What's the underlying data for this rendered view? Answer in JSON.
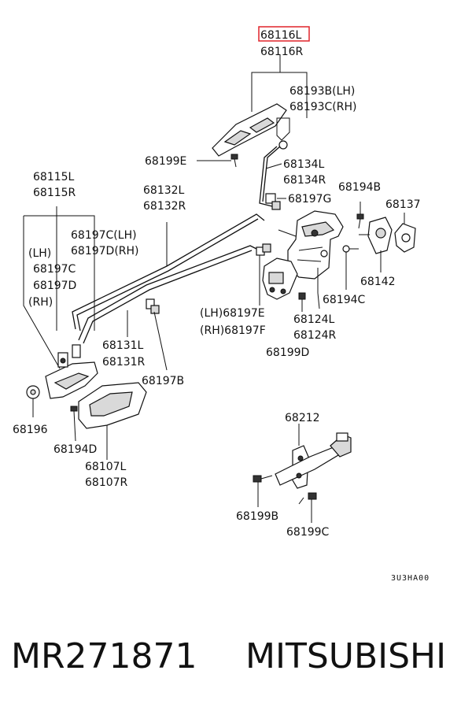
{
  "labels": {
    "p68116L": "68116L",
    "p68116R": "68116R",
    "p68193B": "68193B(LH)",
    "p68193C": "68193C(RH)",
    "p68199E": "68199E",
    "p68134L": "68134L",
    "p68134R": "68134R",
    "p68197G": "68197G",
    "p68194B": "68194B",
    "p68137": "68137",
    "p68115L": "68115L",
    "p68115R": "68115R",
    "p68132L": "68132L",
    "p68132R": "68132R",
    "p68197C_LH": "68197C(LH)",
    "p68197D_RH": "68197D(RH)",
    "lh": "(LH)",
    "p68197C": "68197C",
    "p68197D": "68197D",
    "rh": "(RH)",
    "p68142": "68142",
    "p68194C": "68194C",
    "p68197E": "(LH)68197E",
    "p68197F": "(RH)68197F",
    "p68124L": "68124L",
    "p68124R": "68124R",
    "p68199D": "68199D",
    "p68131L": "68131L",
    "p68131R": "68131R",
    "p68197B": "68197B",
    "p68196": "68196",
    "p68194D": "68194D",
    "p68107L": "68107L",
    "p68107R": "68107R",
    "p68212": "68212",
    "p68199B": "68199B",
    "p68199C": "68199C"
  },
  "diagram_code": "3U3HA00",
  "footer": {
    "part_number": "MR271871",
    "brand": "MITSUBISHI"
  },
  "colors": {
    "highlight": "#e0242a",
    "ink": "#111111"
  }
}
